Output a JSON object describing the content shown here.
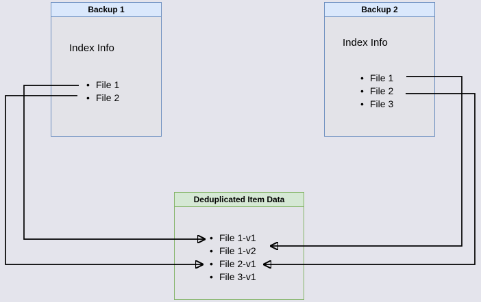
{
  "diagram": {
    "backup1": {
      "title": "Backup 1",
      "index_label": "Index Info",
      "files": [
        "File 1",
        "File 2"
      ]
    },
    "backup2": {
      "title": "Backup 2",
      "index_label": "Index Info",
      "files": [
        "File 1",
        "File 2",
        "File 3"
      ]
    },
    "dedup": {
      "title": "Deduplicated Item Data",
      "files": [
        "File 1-v1",
        "File 1-v2",
        "File 2-v1",
        "File 3-v1"
      ]
    },
    "connections": [
      {
        "from": "Backup 1 / File 1",
        "to": "File 1-v1"
      },
      {
        "from": "Backup 1 / File 2",
        "to": "File 2-v1"
      },
      {
        "from": "Backup 2 / File 1",
        "to": "File 1-v2"
      },
      {
        "from": "Backup 2 / File 2",
        "to": "File 2-v1"
      }
    ],
    "colors": {
      "page_background": "#e4e4ec",
      "backup_fill": "#dae8fc",
      "backup_stroke": "#6c8ebf",
      "dedup_fill": "#d5e8d4",
      "dedup_stroke": "#82b366",
      "arrow": "#000000",
      "text": "#000000"
    }
  }
}
